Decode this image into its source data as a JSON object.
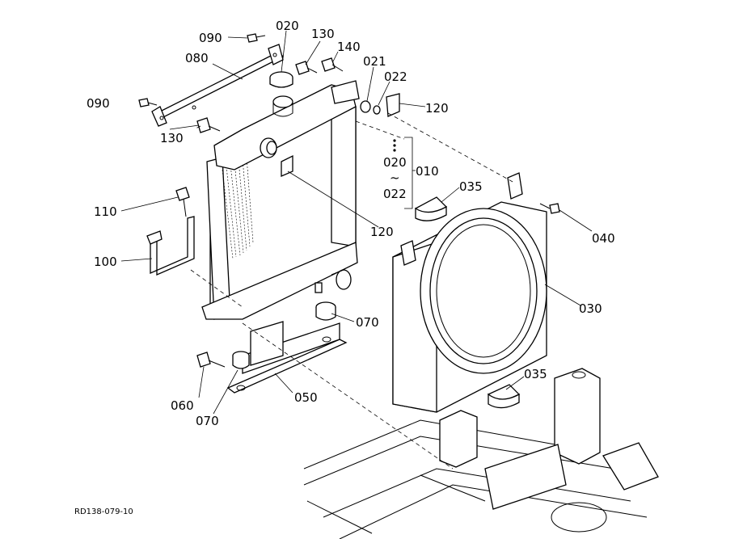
{
  "diagram": {
    "reference_code": "RD138-079-10",
    "callouts": [
      {
        "id": "c-090-top",
        "text": "090"
      },
      {
        "id": "c-080",
        "text": "080"
      },
      {
        "id": "c-020-top",
        "text": "020"
      },
      {
        "id": "c-130-top",
        "text": "130"
      },
      {
        "id": "c-140",
        "text": "140"
      },
      {
        "id": "c-021",
        "text": "021"
      },
      {
        "id": "c-022-top",
        "text": "022"
      },
      {
        "id": "c-120-right",
        "text": "120"
      },
      {
        "id": "c-090-left",
        "text": "090"
      },
      {
        "id": "c-130-left",
        "text": "130"
      },
      {
        "id": "c-020-range",
        "text": "020"
      },
      {
        "id": "c-tilde",
        "text": "~"
      },
      {
        "id": "c-022-range",
        "text": "022"
      },
      {
        "id": "c-010",
        "text": "010"
      },
      {
        "id": "c-035-top",
        "text": "035"
      },
      {
        "id": "c-110",
        "text": "110"
      },
      {
        "id": "c-120-mid",
        "text": "120"
      },
      {
        "id": "c-040",
        "text": "040"
      },
      {
        "id": "c-100",
        "text": "100"
      },
      {
        "id": "c-030",
        "text": "030"
      },
      {
        "id": "c-070-right",
        "text": "070"
      },
      {
        "id": "c-035-bottom",
        "text": "035"
      },
      {
        "id": "c-060",
        "text": "060"
      },
      {
        "id": "c-050",
        "text": "050"
      },
      {
        "id": "c-070-bottom",
        "text": "070"
      }
    ]
  }
}
